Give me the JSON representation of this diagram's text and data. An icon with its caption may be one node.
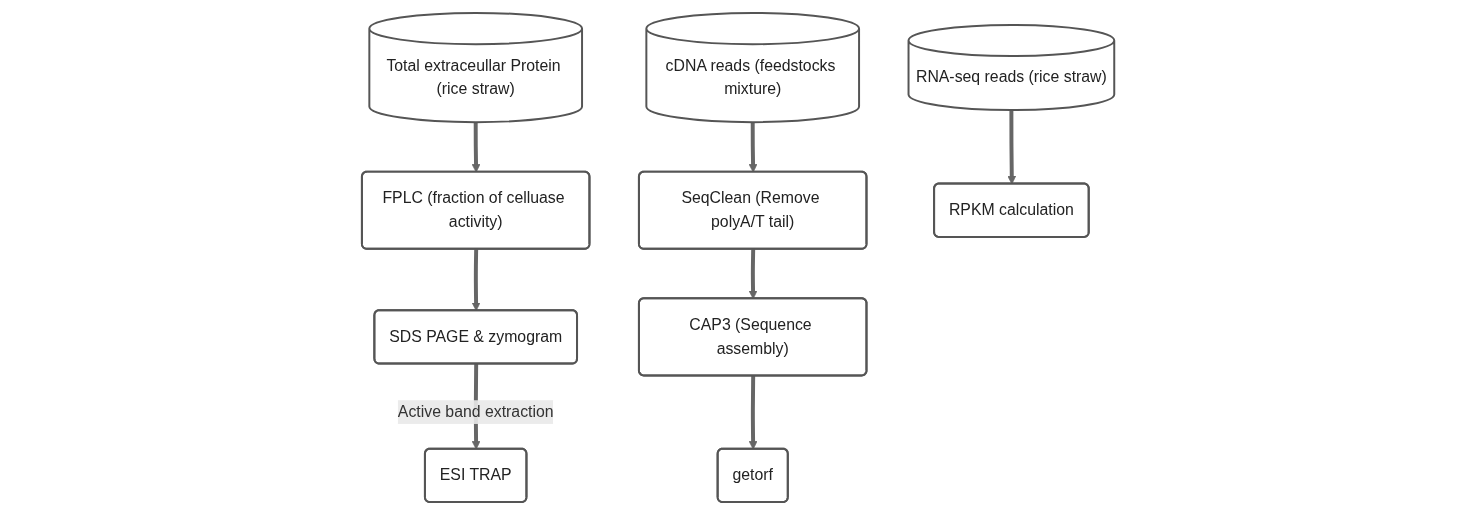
{
  "diagram": {
    "nodes": [
      {
        "text": [
          "Total extraceullar Protein (rice straw)"
        ]
      },
      {
        "text": [
          "cDNA reads (feedstocks mixture)"
        ]
      },
      {
        "text": [
          "RNA-seq reads (rice straw)"
        ]
      },
      {
        "text": [
          "FPLC (fraction of celluase activity)"
        ]
      },
      {
        "text": [
          "SeqClean (Remove polyA/T tail)"
        ]
      },
      {
        "text": [
          "SDS PAGE & zymogram"
        ]
      },
      {
        "text": [
          "CAP3 (Sequence assembly)"
        ]
      },
      {
        "text": [
          "ESI TRAP"
        ]
      },
      {
        "text": [
          "getorf"
        ]
      },
      {
        "text": [
          "RPKM calculation"
        ]
      }
    ],
    "edges": [
      {
        "from": 0,
        "to": 3,
        "arrow": "to"
      },
      {
        "from": 3,
        "to": 5,
        "arrow": "to"
      },
      {
        "from": 5,
        "to": 7,
        "arrow": "to",
        "label": "Active band extraction"
      },
      {
        "from": 1,
        "to": 4,
        "arrow": "to"
      },
      {
        "from": 4,
        "to": 6,
        "arrow": "to"
      },
      {
        "from": 6,
        "to": 8,
        "arrow": "to"
      },
      {
        "from": 2,
        "to": 9,
        "arrow": "to"
      }
    ]
  }
}
